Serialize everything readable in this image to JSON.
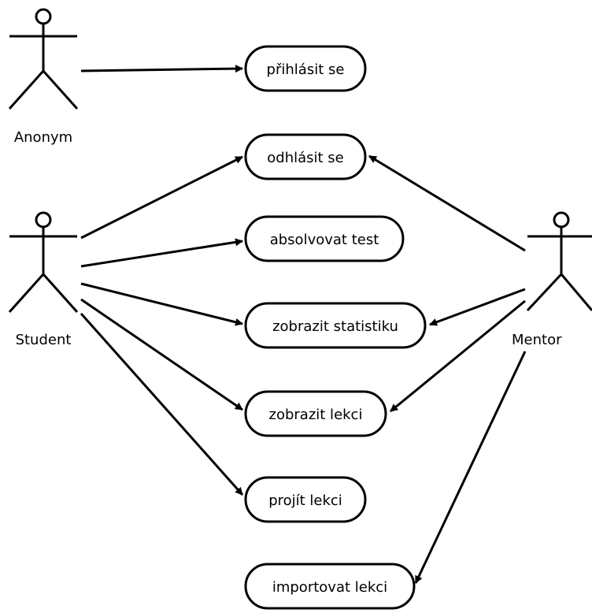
{
  "actors": {
    "anonym": "Anonym",
    "student": "Student",
    "mentor": "Mentor"
  },
  "use_cases": {
    "prihlasit": "přihlásit se",
    "odhlasit": "odhlásit se",
    "absolvovat": "absolvovat test",
    "statistiku": "zobrazit statistiku",
    "zobrazit_lekci": "zobrazit lekci",
    "projit": "projít lekci",
    "importovat": "importovat lekci"
  }
}
